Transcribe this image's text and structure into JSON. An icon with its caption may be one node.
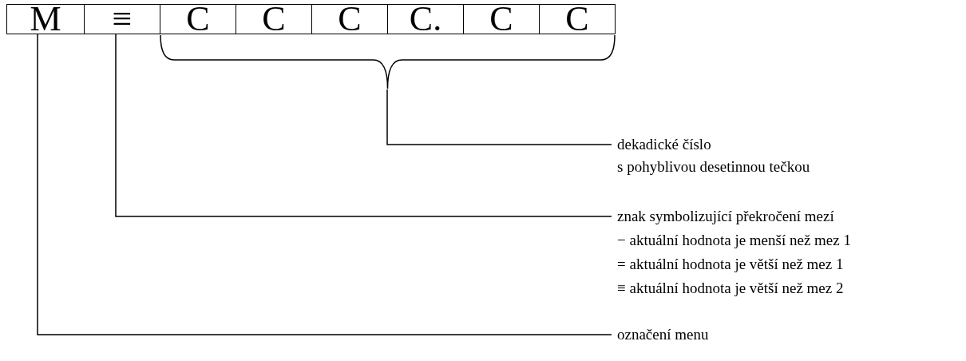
{
  "diagram": {
    "nodes": [
      {
        "text": [
          "M"
        ]
      },
      {
        "text": [
          "≡"
        ]
      },
      {
        "text": [
          "C"
        ]
      },
      {
        "text": [
          "C"
        ]
      },
      {
        "text": [
          "C"
        ]
      },
      {
        "text": [
          "C."
        ]
      },
      {
        "text": [
          "C"
        ]
      },
      {
        "text": [
          "C"
        ]
      },
      {
        "text": [],
        "shape": "brace"
      },
      {
        "text": [
          "dekadické číslo",
          "s pohyblivou desetinnou tečkou"
        ]
      },
      {
        "text": [
          "znak symbolizující překročení mezí",
          "− aktuální hodnota je menší než mez 1",
          "= aktuální hodnota je větší než mez 1",
          "≡ aktuální hodnota je větší než mez 2"
        ]
      },
      {
        "text": [
          "označení menu"
        ]
      }
    ],
    "edges": [
      {
        "from": 9,
        "to": 8,
        "arrow": "none"
      },
      {
        "from": 10,
        "to": 1,
        "arrow": "none"
      },
      {
        "from": 11,
        "to": 0,
        "arrow": "none"
      }
    ]
  }
}
